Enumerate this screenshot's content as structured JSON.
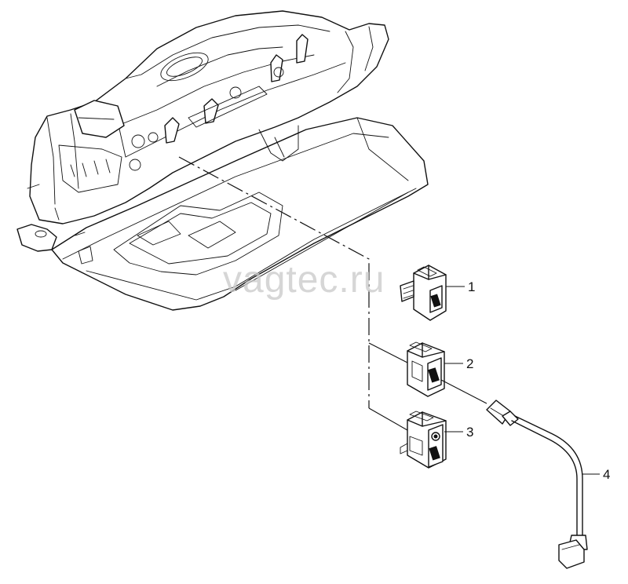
{
  "watermark": "vagtec.ru",
  "callouts": [
    {
      "id": "1",
      "label": "1"
    },
    {
      "id": "2",
      "label": "2"
    },
    {
      "id": "3",
      "label": "3"
    },
    {
      "id": "4",
      "label": "4"
    }
  ],
  "colors": {
    "line": "#111111",
    "background": "#ffffff",
    "watermark": "#c9c9c9"
  }
}
